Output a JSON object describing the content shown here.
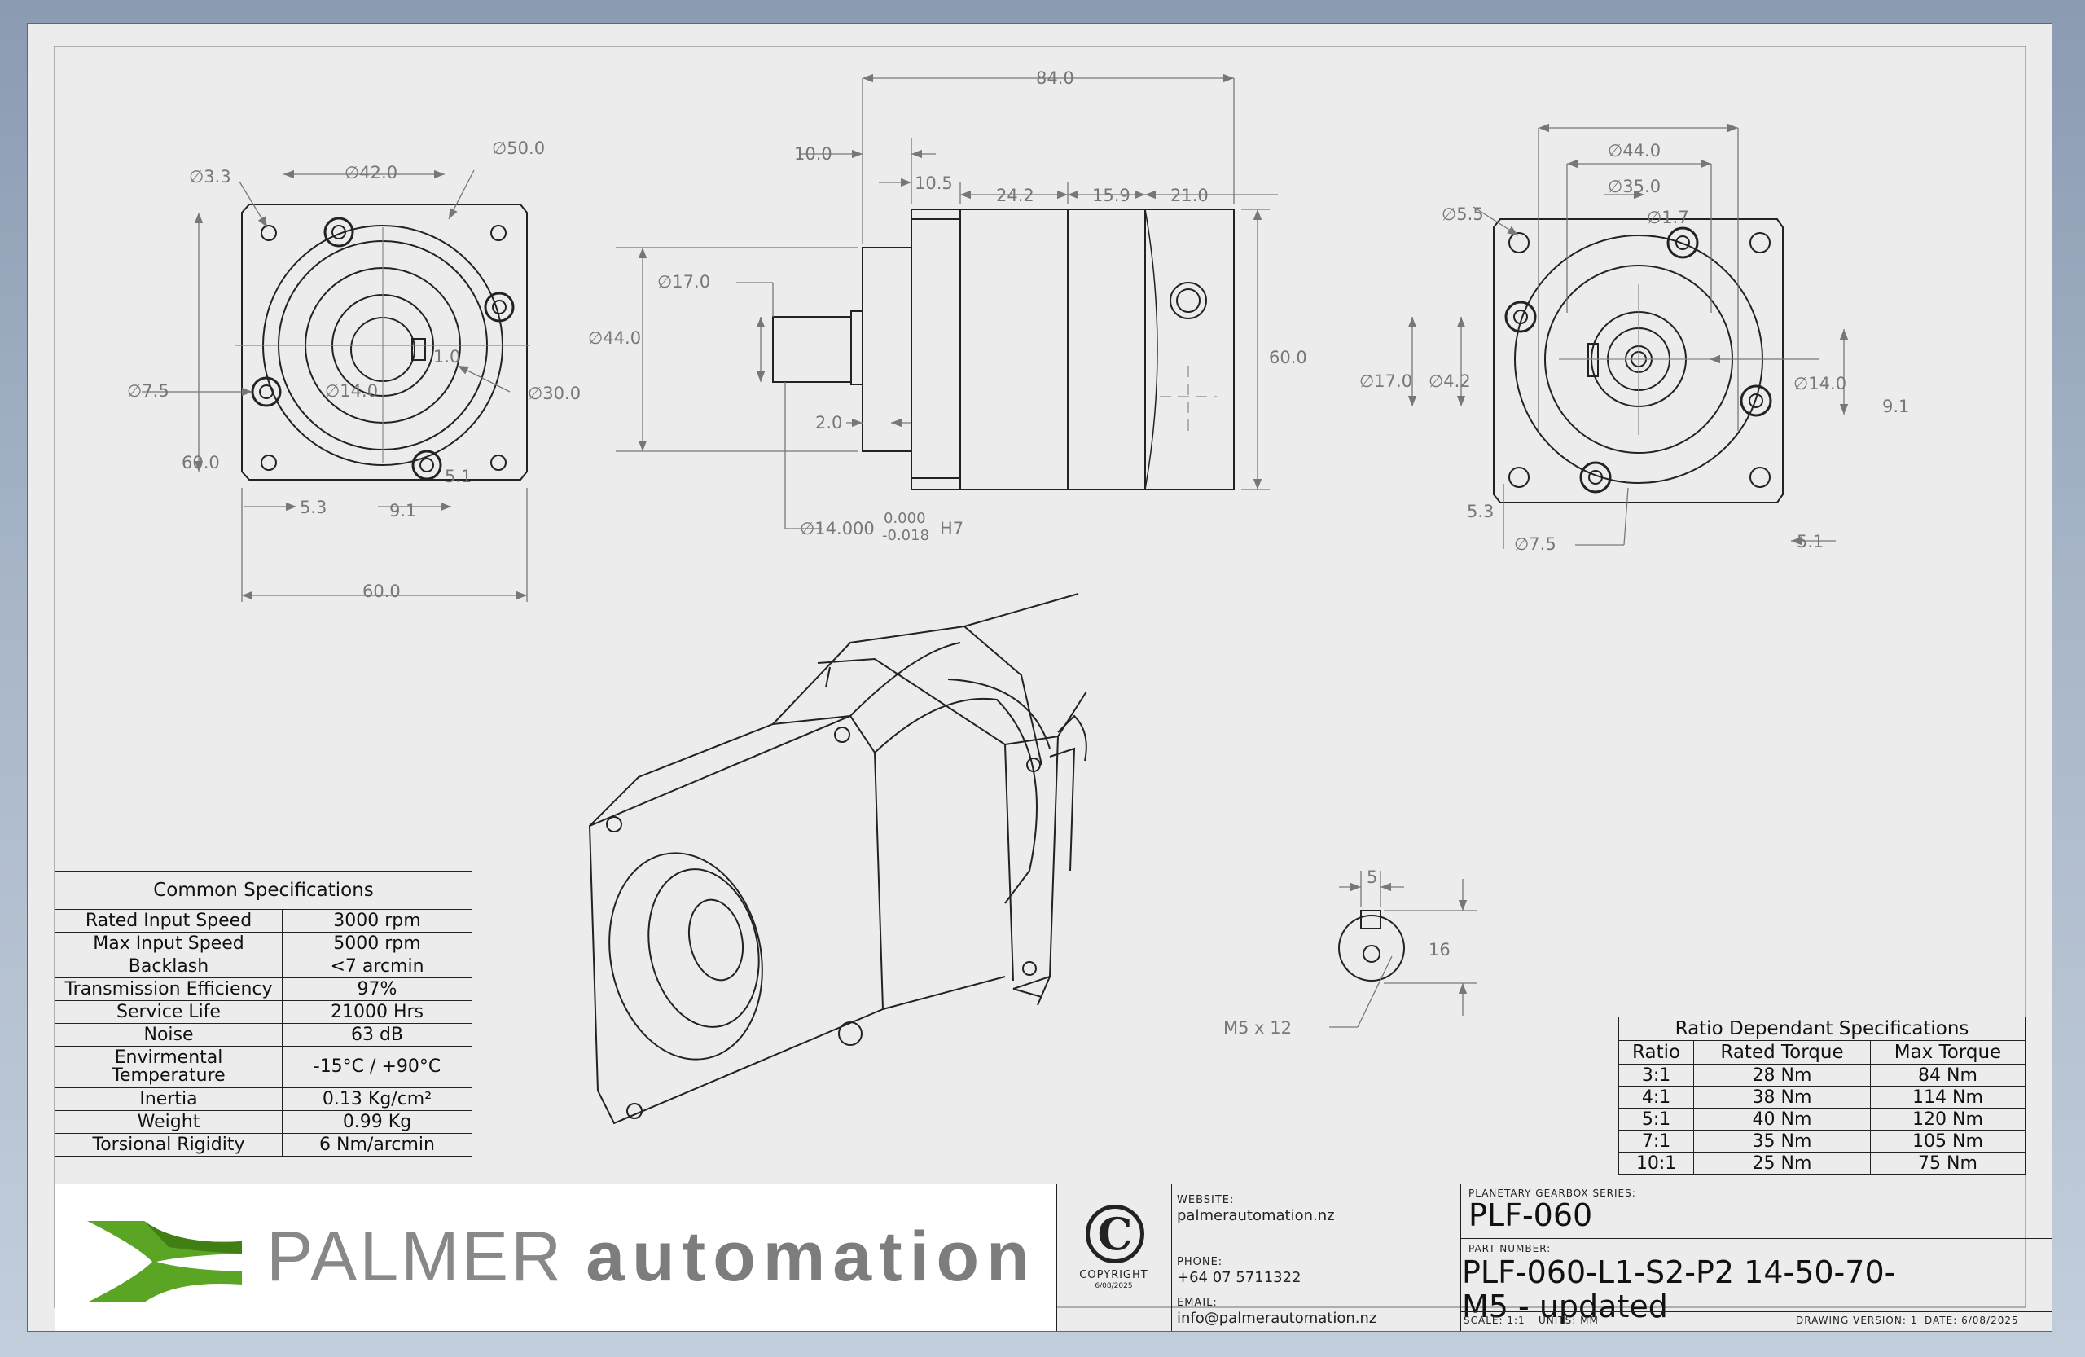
{
  "sheet": {
    "line_color": "#222222"
  },
  "dimensions": {
    "front": {
      "d_bolt_hole": "∅3.3",
      "d_pcd": "∅42.0",
      "d_pilot_outer": "∅50.0",
      "d_mount_hole": "∅7.5",
      "d_shaft": "∅14.0",
      "key_offset": "1.0",
      "d_bore": "∅30.0",
      "height": "60.0",
      "edge_offset": "5.3",
      "hole_spacing": "9.1",
      "corner_offset": "5.1",
      "width": "60.0"
    },
    "side": {
      "overall_length": "84.0",
      "flange_thickness": "10.0",
      "step_a": "10.5",
      "stage_1": "24.2",
      "stage_2": "15.9",
      "end_cap": "21.0",
      "d_shaft_boss": "∅17.0",
      "d_housing": "∅44.0",
      "body_height": "60.0",
      "shoulder": "2.0",
      "shaft_fit": "∅14.000",
      "tol_upper": "0.000",
      "tol_lower": "-0.018",
      "fit_class": "H7"
    },
    "rear": {
      "d_outer": "∅44.0",
      "d_pcd": "∅35.0",
      "d_pin": "∅1.7",
      "d_thread": "∅5.5",
      "d_boss": "∅17.0",
      "d_small": "∅4.2",
      "d_bore": "∅14.0",
      "key_offset": "9.1",
      "edge_offset": "5.3",
      "d_mount": "∅7.5",
      "corner_offset": "5.1"
    },
    "key": {
      "width": "5",
      "height": "16",
      "screw": "M5 x 12"
    }
  },
  "common_specs": {
    "title": "Common Specifications",
    "rows": [
      {
        "name": "Rated Input Speed",
        "value": "3000 rpm"
      },
      {
        "name": "Max Input Speed",
        "value": "5000 rpm"
      },
      {
        "name": "Backlash",
        "value": "<7 arcmin"
      },
      {
        "name": "Transmission Efficiency",
        "value": "97%"
      },
      {
        "name": "Service Life",
        "value": "21000 Hrs"
      },
      {
        "name": "Noise",
        "value": "63 dB"
      },
      {
        "name": "Envirmental Temperature",
        "value": "-15°C / +90°C"
      },
      {
        "name": "Inertia",
        "value": "0.13 Kg/cm²"
      },
      {
        "name": "Weight",
        "value": "0.99 Kg"
      },
      {
        "name": "Torsional Rigidity",
        "value": "6 Nm/arcmin"
      }
    ]
  },
  "ratio_specs": {
    "title": "Ratio Dependant Specifications",
    "headers": [
      "Ratio",
      "Rated Torque",
      "Max Torque"
    ],
    "rows": [
      [
        "3:1",
        "28 Nm",
        "84 Nm"
      ],
      [
        "4:1",
        "38 Nm",
        "114 Nm"
      ],
      [
        "5:1",
        "40 Nm",
        "120 Nm"
      ],
      [
        "7:1",
        "35 Nm",
        "105 Nm"
      ],
      [
        "10:1",
        "25 Nm",
        "75 Nm"
      ]
    ]
  },
  "title_block": {
    "logo": {
      "word1": "PALMER",
      "word2": "automation",
      "color_green": "#4f9a1e"
    },
    "copyright": {
      "mark": "C",
      "word": "COPYRIGHT",
      "date": "6/08/2025"
    },
    "contact": {
      "website_label": "WEBSITE:",
      "website": "palmerautomation.nz",
      "phone_label": "PHONE:",
      "phone": "+64 07 5711322",
      "email_label": "EMAIL:",
      "email": "info@palmerautomation.nz"
    },
    "series_label": "PLANETARY GEARBOX SERIES:",
    "series": "PLF-060",
    "part_label": "PART NUMBER:",
    "part_number": "PLF-060-L1-S2-P2 14-50-70-M5 - updated",
    "scale": "SCALE: 1:1",
    "units": "UNITS: MM",
    "version": "DRAWING VERSION: 1",
    "date": "DATE: 6/08/2025"
  }
}
